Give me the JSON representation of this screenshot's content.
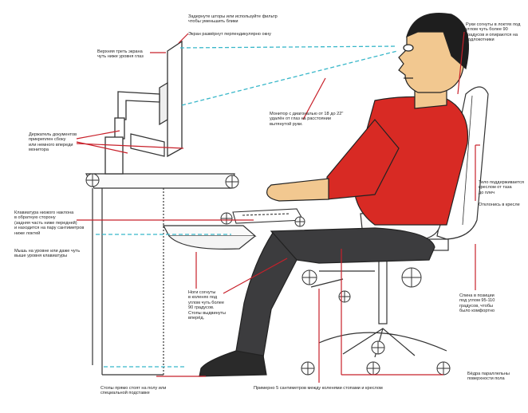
{
  "labels": {
    "curtains": [
      "Задернуте шторы или используйте фильтр",
      "чтобы уменьшить блики"
    ],
    "glare": [
      "Экран развёрнут перпендикулярно окну"
    ],
    "top_third": [
      "Верхняя треть экрана",
      "чуть ниже уровня глаз"
    ],
    "document_holder": [
      "Держатель документов",
      "прикреплен сбоку",
      "или немного впереди",
      "монитора"
    ],
    "monitor_distance": [
      "Монитор с диагональю от 18 до 22\"",
      "удалён от глаз на расстоянии",
      "вытянутой руки."
    ],
    "arms": [
      "Руки согнуты в локтях под",
      "углом чуть более 90",
      "градусов и опираются на",
      "подлокотники"
    ],
    "backrest": [
      "Тело поддерживается",
      "креслом от таза",
      "до плеч"
    ],
    "lean": [
      "Отклонись в кресле"
    ],
    "keyboard": [
      "Клавиатура низкого наклона",
      "в обратную сторону",
      "(задняя часть ниже передней)",
      "и находится на пару сантиметров",
      "ниже локтей"
    ],
    "mouse": [
      "Мышь на уровне или даже чуть",
      "выше уровня клавиатуры"
    ],
    "knees": [
      "Ноги согнуты",
      "в коленях под",
      "углом чуть более",
      "90 градусов.",
      "Стопы выдвинуты",
      "вперёд."
    ],
    "back_angle": [
      "Спина в позиции",
      "под углом 95-110",
      "градусов, чтобы",
      "было комфортно"
    ],
    "thighs": [
      "Бёдра параллельны",
      "поверхности пола"
    ],
    "feet": [
      "Стопы прямо стоят на полу или",
      "специальной подставке"
    ],
    "clearance": [
      "Примерно 5 сантиметров между коленями стопами и креслом"
    ]
  },
  "colors": {
    "ink": "#333333",
    "pointer": "#c8202a",
    "sightline": "#38b7c9",
    "shirt": "#d82a24",
    "pants": "#3c3c3e",
    "skin": "#f2c890",
    "hair": "#1e1e1e"
  }
}
